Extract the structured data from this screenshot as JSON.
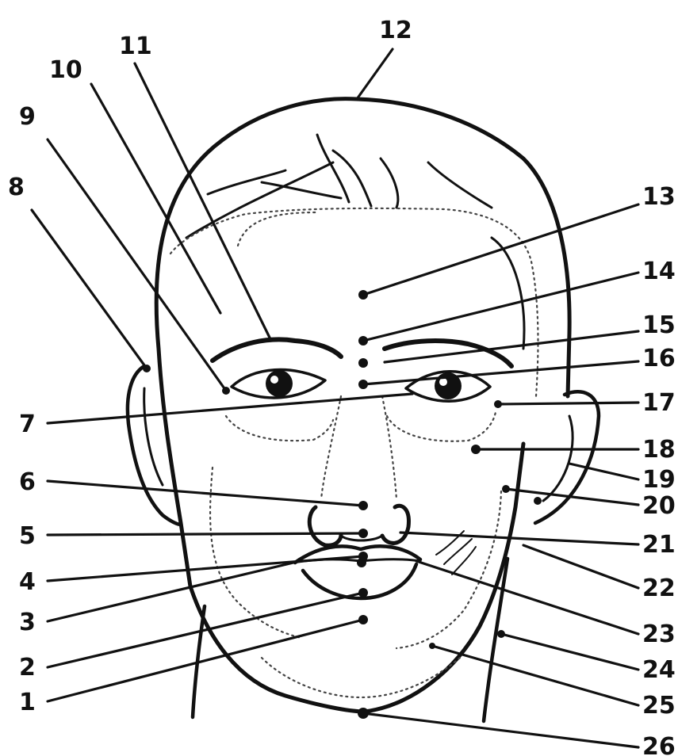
{
  "labels": [
    "1",
    "2",
    "3",
    "4",
    "5",
    "6",
    "7",
    "8",
    "9",
    "10",
    "11",
    "12",
    "13",
    "14",
    "15",
    "16",
    "17",
    "18",
    "19",
    "20",
    "21",
    "22",
    "23",
    "24",
    "25",
    "26"
  ],
  "colors": {
    "ink": "#111111",
    "paper": "#ffffff"
  }
}
